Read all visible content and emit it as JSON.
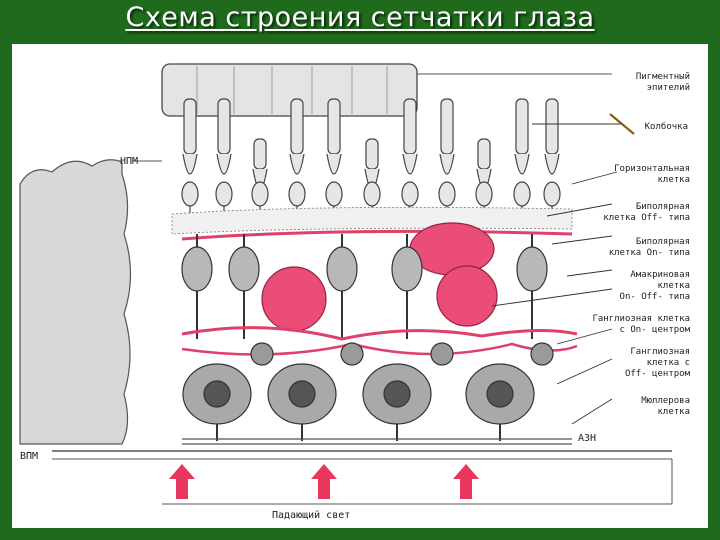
{
  "title": "Схема строения сетчатки глаза",
  "labels": {
    "pigment": [
      "Пигментный",
      "эпителий"
    ],
    "cone": [
      "Колбочка"
    ],
    "horizontal": [
      "Горизонтальная",
      "клетка"
    ],
    "bipolar_off": [
      "Биполярная",
      "клетка Off- типа"
    ],
    "bipolar_on": [
      "Биполярная",
      "клетка On- типа"
    ],
    "amacrine": [
      "Амакриновая",
      "клетка",
      "On- Off- типа"
    ],
    "ganglion_on": [
      "Ганглиозная клетка",
      "с On- центром"
    ],
    "ganglion_off": [
      "Ганглиозная",
      "клетка с",
      "Off- центром"
    ],
    "muller": [
      "Мюллерова",
      "клетка"
    ],
    "azn": "АЗН",
    "npm": "НПМ",
    "vpm": "ВПМ",
    "light": "Падающий свет"
  },
  "colors": {
    "accent": "#e0406a",
    "cell": "#bdbdbd",
    "ink": "#333333",
    "arrow": "#e8365c"
  }
}
